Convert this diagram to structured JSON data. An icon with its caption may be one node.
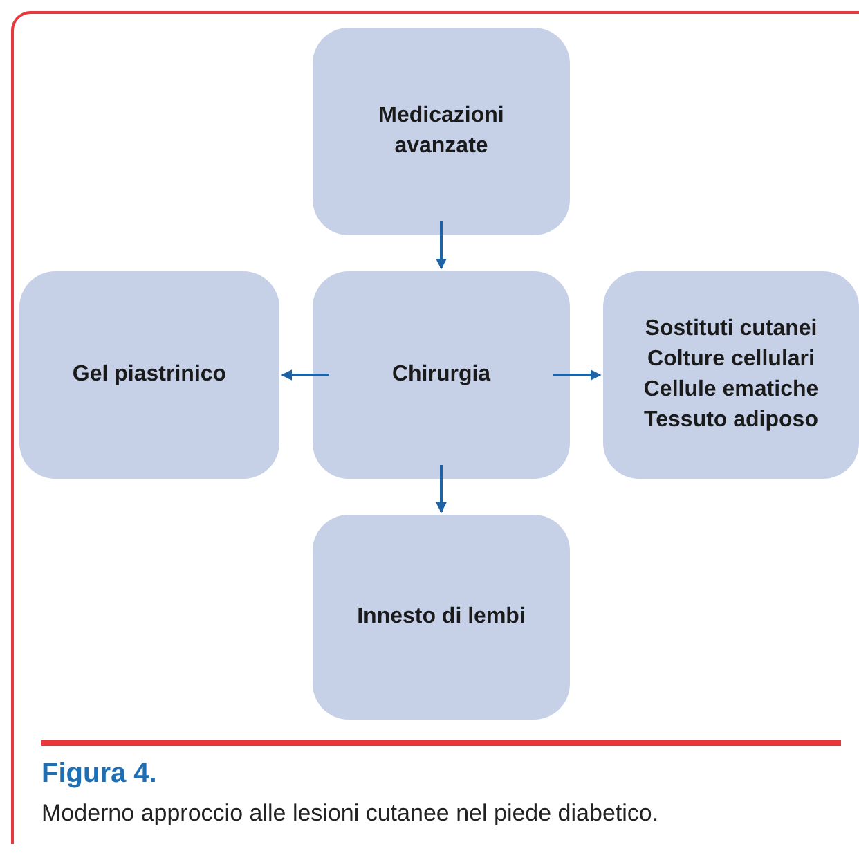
{
  "diagram": {
    "title": "Figura 4.",
    "caption": "Moderno approccio alle lesioni cutanee nel piede diabetico.",
    "nodes": [
      {
        "text": [
          "Medicazioni avanzate"
        ]
      },
      {
        "text": [
          "Gel piastrinico"
        ]
      },
      {
        "text": [
          "Chirurgia"
        ]
      },
      {
        "text": [
          "Sostituti cutanei",
          "Colture cellulari",
          "Cellule ematiche",
          "Tessuto adiposo"
        ]
      },
      {
        "text": [
          "Innesto di lembi"
        ]
      }
    ],
    "edges": [
      {
        "from": 0,
        "to": 2,
        "arrow": "to"
      },
      {
        "from": 2,
        "to": 1,
        "arrow": "to"
      },
      {
        "from": 2,
        "to": 3,
        "arrow": "to"
      },
      {
        "from": 2,
        "to": 4,
        "arrow": "to"
      }
    ]
  }
}
